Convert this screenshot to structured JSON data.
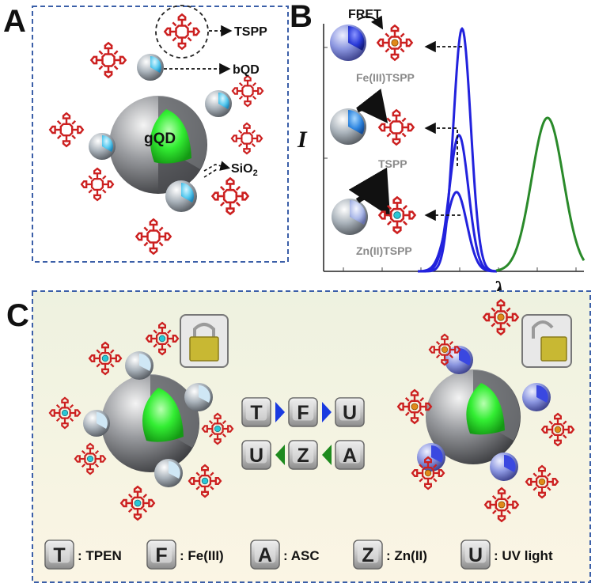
{
  "panels": {
    "a": "A",
    "b": "B",
    "c": "C"
  },
  "panel_a": {
    "core_label": "gQD",
    "labels": {
      "tspp": "TSPP",
      "bqd": "bQD",
      "sio2_main": "SiO",
      "sio2_sub": "2"
    }
  },
  "panel_b": {
    "y_axis_label": "I",
    "x_axis_label": "λ",
    "fret_label": "FRET",
    "states": [
      "Fe(III)TSPP",
      "TSPP",
      "Zn(II)TSPP"
    ],
    "chart_data": {
      "type": "line",
      "title": "",
      "xlabel": "λ",
      "ylabel": "I",
      "series": [
        {
          "name": "Fe(III)TSPP",
          "color": "#2222dd",
          "peak_height": 0.98
        },
        {
          "name": "TSPP",
          "color": "#2222dd",
          "peak_height": 0.55
        },
        {
          "name": "Zn(II)TSPP",
          "color": "#2222dd",
          "peak_height": 0.32
        },
        {
          "name": "gQD",
          "color": "#2a8a2a",
          "peak_height": 0.62
        }
      ]
    }
  },
  "panel_c": {
    "switch_rows": [
      {
        "keys": [
          "T",
          "F",
          "U"
        ],
        "arrow_color": "#1a3be0"
      },
      {
        "keys": [
          "U",
          "Z",
          "A"
        ],
        "arrow_color": "#1e8a1e"
      }
    ],
    "legend": [
      {
        "key": "T",
        "label": ": TPEN"
      },
      {
        "key": "F",
        "label": ": Fe(III)"
      },
      {
        "key": "A",
        "label": ": ASC"
      },
      {
        "key": "Z",
        "label": ": Zn(II)"
      },
      {
        "key": "U",
        "label": ": UV light"
      }
    ]
  },
  "colors": {
    "frame": "#3b5fa8",
    "core_green": "#33ee33",
    "shell_grey": "#8a8c90",
    "bqd_light": "#55c8ee",
    "bqd_dark": "#2a3ad8",
    "porphyrin_red": "#cc2020",
    "zn_center": "#29c7d6",
    "fe_center": "#e08a1a",
    "lock": "#c8b833"
  }
}
